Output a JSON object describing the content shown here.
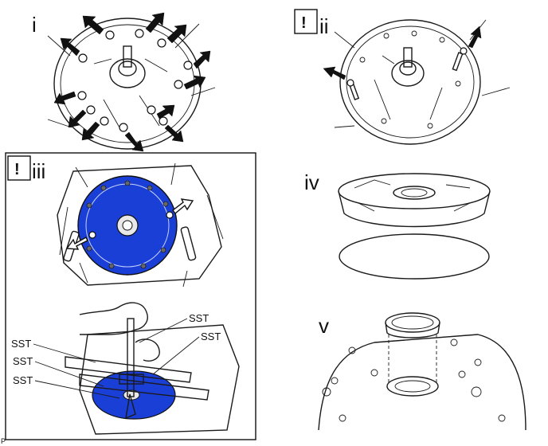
{
  "panels": {
    "i": {
      "label": "i"
    },
    "ii": {
      "label": "ii",
      "warning_icon": "!"
    },
    "iii": {
      "label": "iii",
      "warning_icon": "!"
    },
    "iv": {
      "label": "iv"
    },
    "v": {
      "label": "v"
    }
  },
  "callouts": {
    "sst_right_top": "SST",
    "sst_right_mid": "SST",
    "sst_left_top": "SST",
    "sst_left_mid": "SST",
    "sst_left_bottom": "SST"
  },
  "corner_code": "P",
  "colors": {
    "highlight_blue": "#1a3fd6",
    "line": "#1a1a1a",
    "background": "#ffffff"
  },
  "icons": [
    "warning-icon",
    "arrow-icon",
    "bolt-icon",
    "hand-icon"
  ]
}
